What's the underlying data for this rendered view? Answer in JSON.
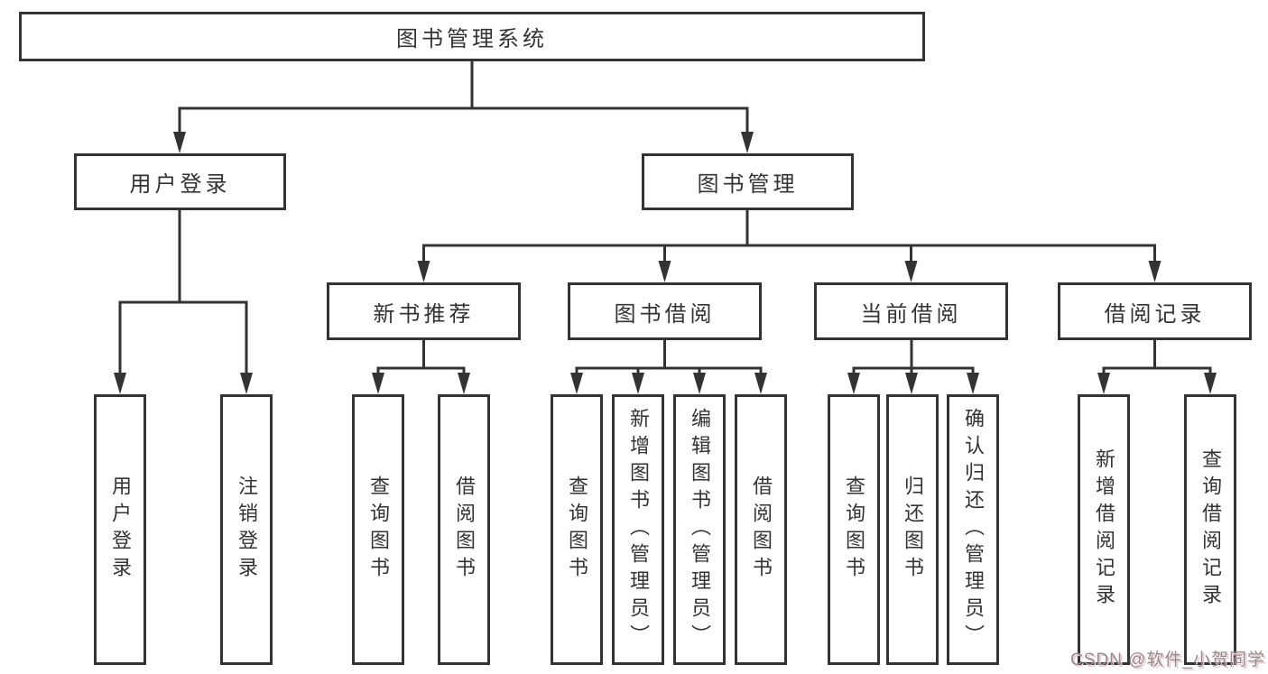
{
  "diagram": {
    "tree": {
      "label": "图书管理系统",
      "children": [
        {
          "label": "用户登录",
          "children": [
            {
              "label": "用户登录"
            },
            {
              "label": "注销登录"
            }
          ]
        },
        {
          "label": "图书管理",
          "children": [
            {
              "label": "新书推荐",
              "children": [
                {
                  "label": "查询图书"
                },
                {
                  "label": "借阅图书"
                }
              ]
            },
            {
              "label": "图书借阅",
              "children": [
                {
                  "label": "查询图书"
                },
                {
                  "label": "新增图书（管理员）"
                },
                {
                  "label": "编辑图书（管理员）"
                },
                {
                  "label": "借阅图书"
                }
              ]
            },
            {
              "label": "当前借阅",
              "children": [
                {
                  "label": "查询图书"
                },
                {
                  "label": "归还图书"
                },
                {
                  "label": "确认归还（管理员）"
                }
              ]
            },
            {
              "label": "借阅记录",
              "children": [
                {
                  "label": "新增借阅记录"
                },
                {
                  "label": "查询借阅记录"
                }
              ]
            }
          ]
        }
      ]
    }
  },
  "watermark": {
    "text": "CSDN @软件_小贺同学"
  },
  "colors": {
    "line": "#333333",
    "box_border": "#333333",
    "text": "#333333",
    "background": "#ffffff",
    "watermark_text": "#8f8f8f",
    "watermark_shadow": "#f2c4cd"
  }
}
